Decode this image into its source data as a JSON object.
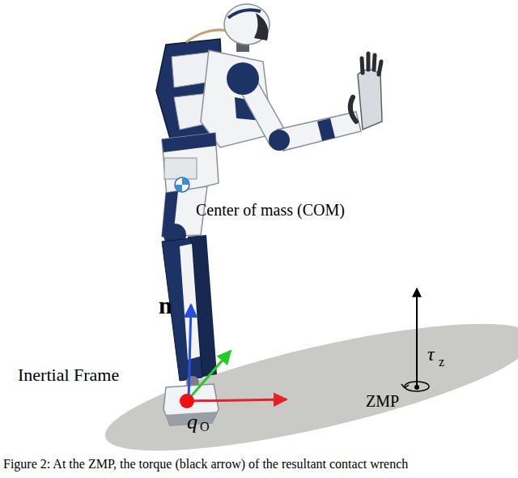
{
  "diagram": {
    "caption": "Figure 2: At the ZMP, the torque (black arrow) of the resultant contact wrench",
    "labels": [
      "Center of mass (COM)",
      "n",
      "Inertial Frame",
      "q",
      "O",
      "τ",
      "z",
      "ZMP"
    ]
  }
}
